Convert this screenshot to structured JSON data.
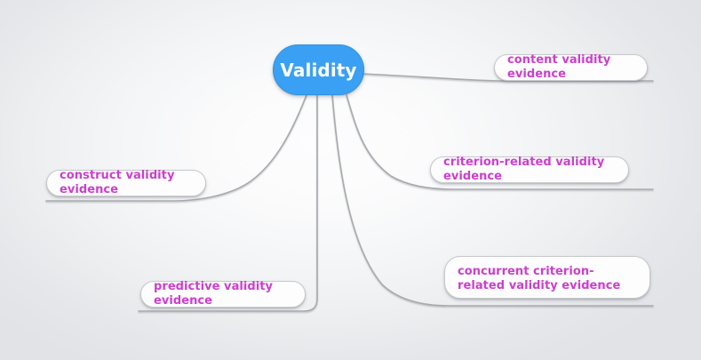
{
  "diagram": {
    "type": "mind-map",
    "title": "Validity",
    "background_color": "#eceef0",
    "root_node_color": "#3aa0f3",
    "root_text_color": "#ffffff",
    "leaf_node_color": "#fdfdfe",
    "leaf_text_color": "#cc3fcc",
    "connector_color": "#a8aaad"
  },
  "root": {
    "label": "Validity"
  },
  "branches": [
    {
      "id": "content",
      "label": "content validity evidence"
    },
    {
      "id": "criterion",
      "label": "criterion-related validity evidence"
    },
    {
      "id": "concurrent",
      "label": "concurrent criterion-related validity evidence"
    },
    {
      "id": "construct",
      "label": "construct validity evidence"
    },
    {
      "id": "predictive",
      "label": "predictive validity evidence"
    }
  ]
}
